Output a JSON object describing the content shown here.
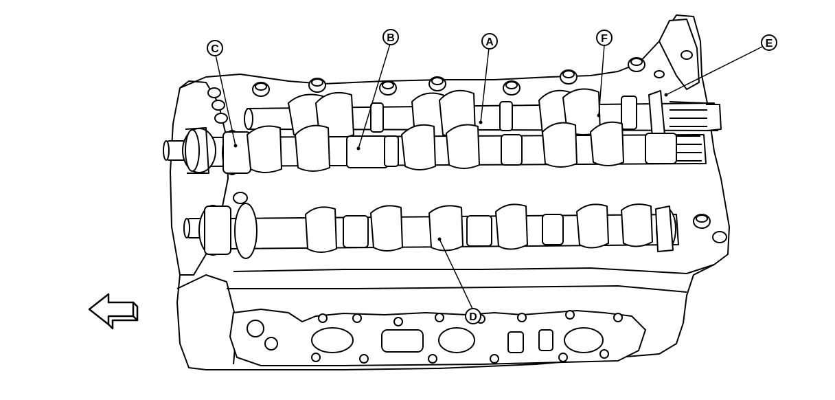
{
  "diagram": {
    "style": "black-and-white technical line drawing",
    "callouts": [
      {
        "id": "A",
        "label": "A"
      },
      {
        "id": "B",
        "label": "B"
      },
      {
        "id": "C",
        "label": "C"
      },
      {
        "id": "D",
        "label": "D"
      },
      {
        "id": "E",
        "label": "E"
      },
      {
        "id": "F",
        "label": "F"
      }
    ],
    "direction_arrow": {
      "icon": "front-direction-arrow-icon",
      "points": "left"
    },
    "colors": {
      "ink": "#000000",
      "paper": "#ffffff"
    }
  }
}
